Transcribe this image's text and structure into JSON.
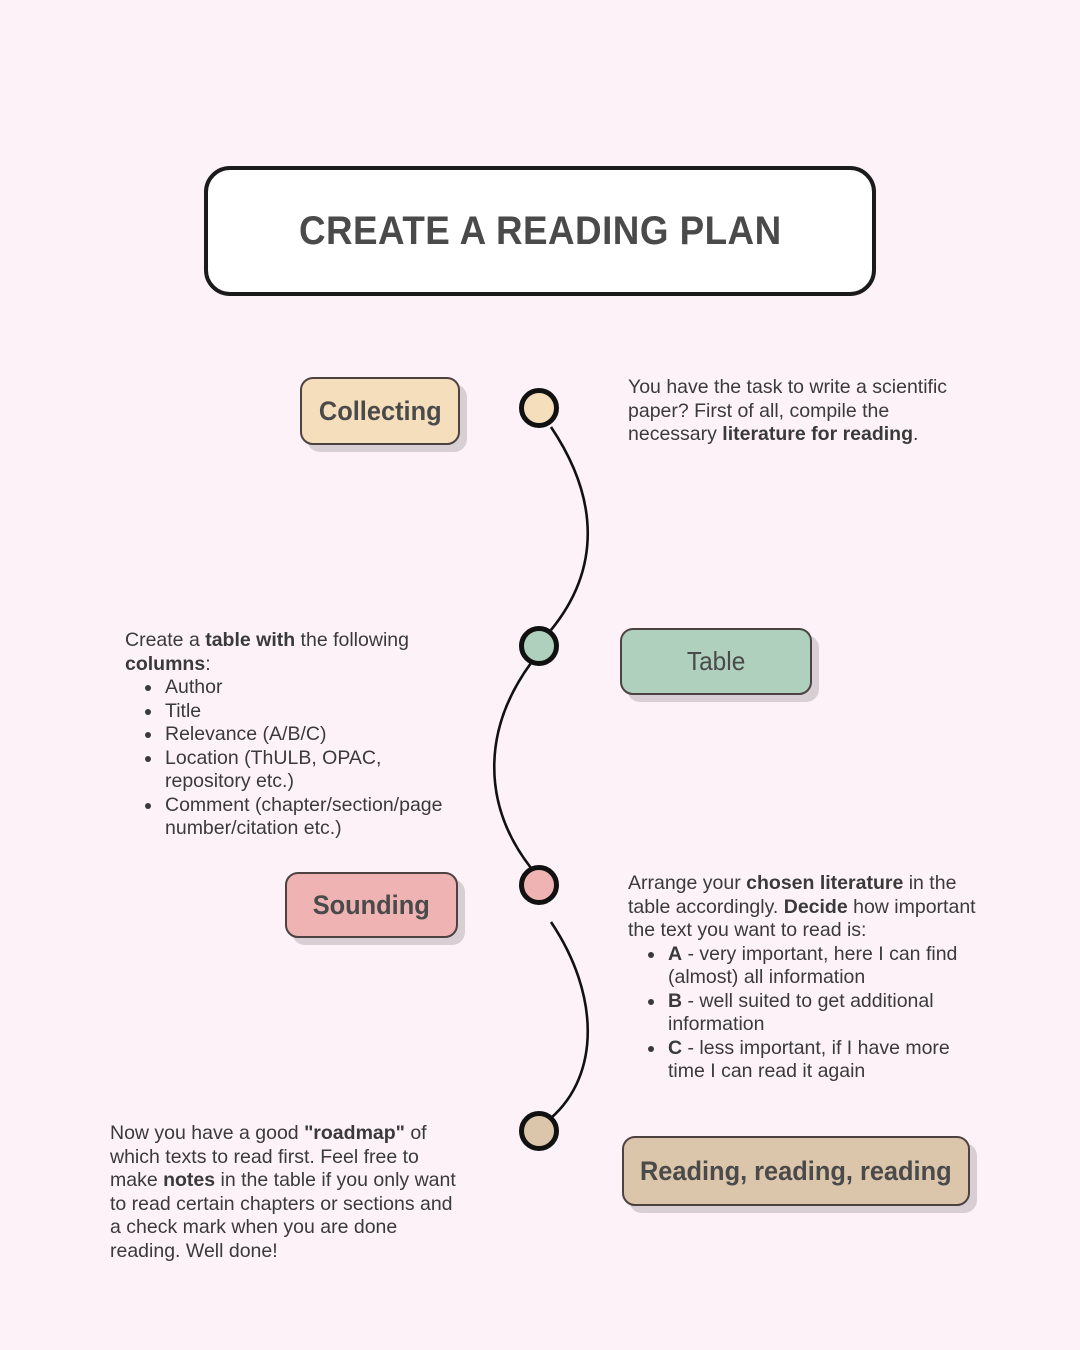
{
  "title": "CREATE A READING PLAN",
  "palette": {
    "background": "#fdf2f8",
    "collecting": "#f5debc",
    "table": "#aed0bd",
    "sounding": "#f0b3b3",
    "reading": "#dcc6ab",
    "outline": "#111111",
    "text": "#3a3a3a"
  },
  "steps": [
    {
      "label": "Collecting",
      "color": "#f5debc",
      "side": "left",
      "bold": true
    },
    {
      "label": "Table",
      "color": "#aed0bd",
      "side": "right",
      "bold": false
    },
    {
      "label": "Sounding",
      "color": "#f0b3b3",
      "side": "left",
      "bold": true
    },
    {
      "label": "Reading, reading, reading",
      "color": "#dcc6ab",
      "side": "right",
      "bold": true
    }
  ],
  "descriptions": {
    "collecting": {
      "intro_a": "You have the task to write a scientific paper? First of all, compile the necessary ",
      "bold_1": "literature for reading",
      "intro_b": "."
    },
    "table": {
      "intro_a": "Create a ",
      "bold_1": "table with",
      "intro_b": " the following ",
      "bold_2": "columns",
      "intro_c": ":",
      "items": [
        "Author",
        "Title",
        "Relevance (A/B/C)",
        "Location (ThULB, OPAC, repository etc.)",
        "Comment (chapter/section/page number/citation etc.)"
      ]
    },
    "sounding": {
      "intro_a": "Arrange your ",
      "bold_1": "chosen literature",
      "intro_b": " in the table accordingly. ",
      "bold_2": "Decide",
      "intro_c": " how important the text you want to read is:",
      "items": [
        {
          "key": "A",
          "text": " - very important, here I can find (almost) all information"
        },
        {
          "key": "B",
          "text": " - well suited to get additional information"
        },
        {
          "key": "C",
          "text": " - less important, if I have more time I can read it again"
        }
      ]
    },
    "reading": {
      "intro_a": "Now you have a good ",
      "bold_1": "\"roadmap\"",
      "intro_b": " of which texts to read first. Feel free to make ",
      "bold_2": "notes",
      "intro_c": " in the table if you only want to read certain chapters or sections and a check mark when you are done reading. Well done!"
    }
  }
}
